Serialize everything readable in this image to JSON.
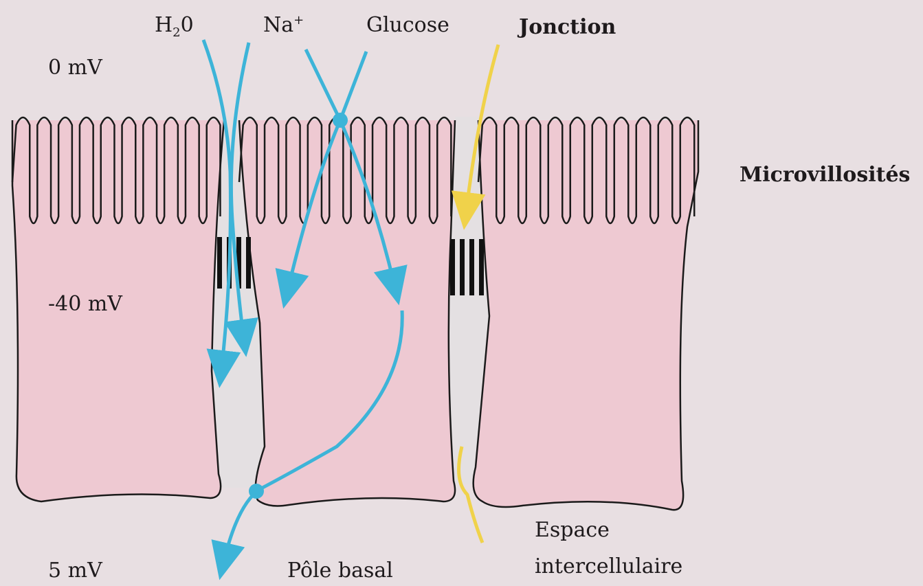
{
  "labels": {
    "h2o": {
      "h": "H",
      "sub": "2",
      "o": "0"
    },
    "na": {
      "base": "Na",
      "sup": "+"
    },
    "glucose": "Glucose",
    "jonction": "Jonction",
    "mv_top": "0 mV",
    "mv_mid": "-40 mV",
    "mv_bottom": "5 mV",
    "microvillosites": "Microvillosités",
    "pole_basal": "Pôle basal",
    "espace_line1": "Espace",
    "espace_line2": "intercellulaire"
  },
  "colors": {
    "background": "#e8dfe2",
    "cell_fill": "#eec9d2",
    "gap_fill": "#e4e0e2",
    "outline": "#1a1a1a",
    "water_sodium_glucose": "#3db4d8",
    "junction": "#f0d24a"
  }
}
